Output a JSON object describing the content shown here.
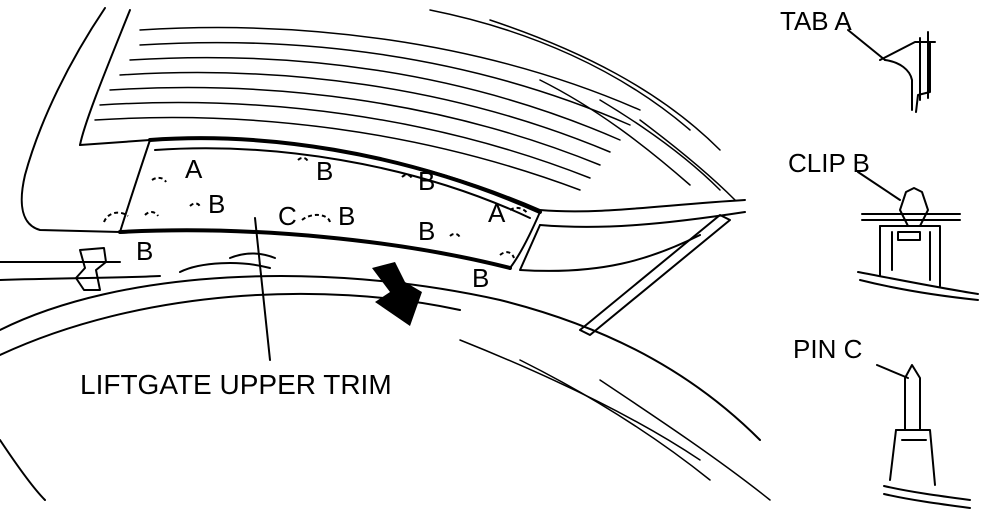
{
  "main_label": "LIFTGATE UPPER TRIM",
  "callouts": {
    "a": "A",
    "b": "B",
    "c": "C"
  },
  "details": {
    "tab": "TAB A",
    "clip": "CLIP B",
    "pin": "PIN C"
  },
  "icons": {
    "removal_direction": "arrow-icon"
  }
}
